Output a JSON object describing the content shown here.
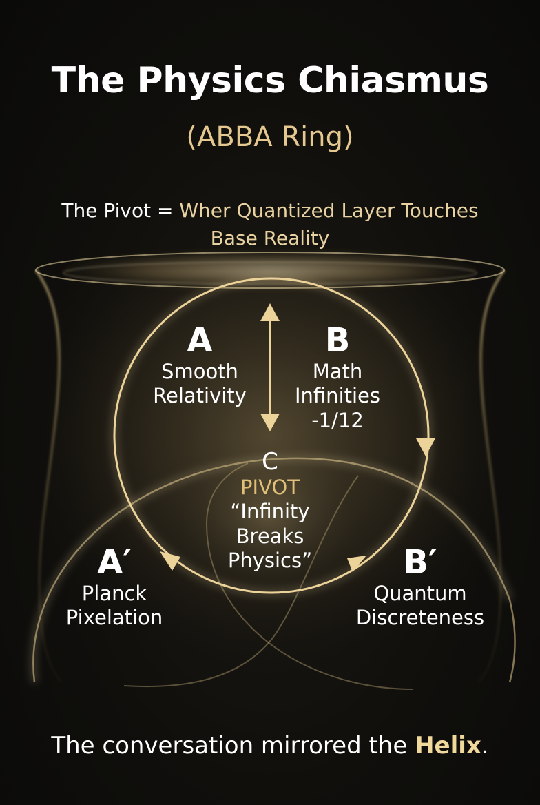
{
  "title": "The Physics Chiasmus",
  "subtitle": "(ABBA Ring)",
  "pivot_statement": {
    "prefix": "The Pivot = ",
    "highlight_line1": "Wher Quantized Layer Touches",
    "highlight_line2": "Base Reality"
  },
  "nodes": {
    "a": {
      "letter": "A",
      "line1": "Smooth",
      "line2": "Relativity"
    },
    "b": {
      "letter": "B",
      "line1": "Math",
      "line2": "Infinities",
      "line3": "-1/12"
    },
    "c": {
      "letter": "C",
      "tag": "PIVOT",
      "line1": "“Infinity",
      "line2": "Breaks",
      "line3": "Physics”"
    },
    "a_prime": {
      "letter": "A′",
      "line1": "Planck",
      "line2": "Pixelation"
    },
    "b_prime": {
      "letter": "B′",
      "line1": "Quantum",
      "line2": "Discreteness"
    }
  },
  "footer": {
    "prefix": "The conversation mirrored the ",
    "highlight": "Helix",
    "suffix": "."
  },
  "colors": {
    "background": "#0b0b0a",
    "gold": "#e6cc8f",
    "gold_bright": "#f3dfaa",
    "text": "#ffffff"
  }
}
